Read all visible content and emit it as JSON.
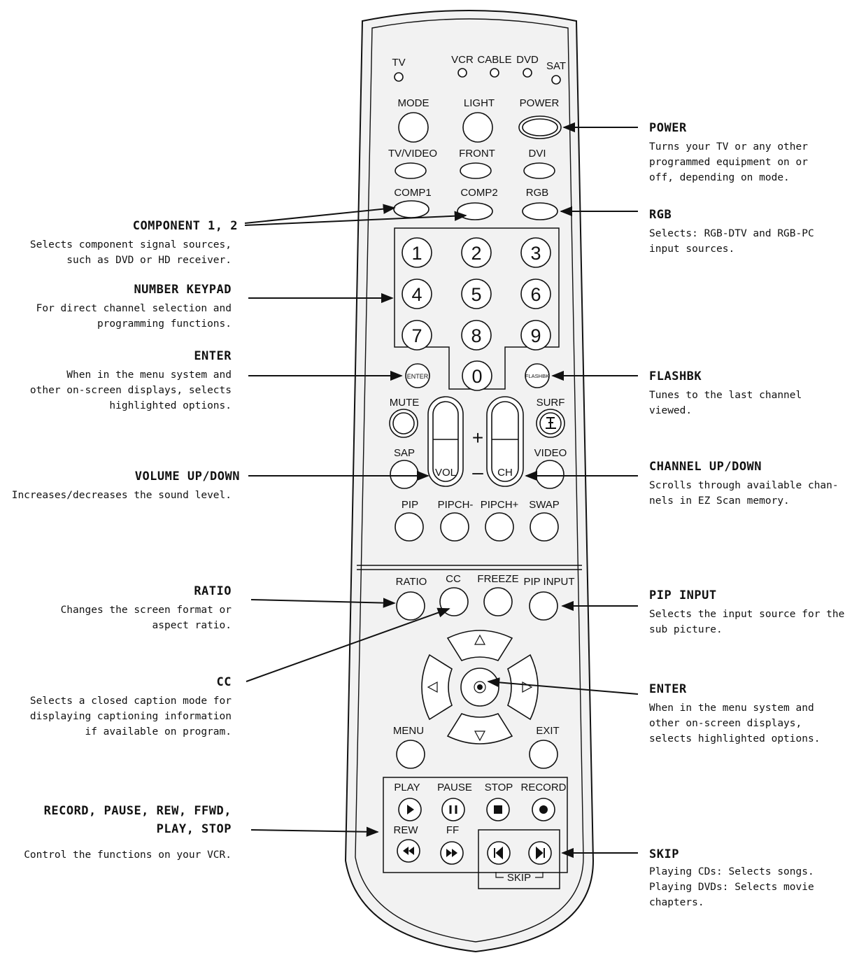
{
  "remote": {
    "mode_labels": [
      "TV",
      "VCR",
      "CABLE",
      "DVD",
      "SAT"
    ],
    "row1": [
      "MODE",
      "LIGHT",
      "POWER"
    ],
    "row2": [
      "TV/VIDEO",
      "FRONT",
      "DVI"
    ],
    "row3": [
      "COMP1",
      "COMP2",
      "RGB"
    ],
    "numbers": [
      "1",
      "2",
      "3",
      "4",
      "5",
      "6",
      "7",
      "8",
      "9",
      "0"
    ],
    "enter": "ENTER",
    "flashbk": "FLASHBK",
    "mute": "MUTE",
    "surf": "SURF",
    "sap": "SAP",
    "video": "VIDEO",
    "plus": "+",
    "minus": "–",
    "vol": "VOL",
    "ch": "CH",
    "pip_row": [
      "PIP",
      "PIPCH-",
      "PIPCH+",
      "SWAP"
    ],
    "lower_row": [
      "RATIO",
      "CC",
      "FREEZE",
      "PIP INPUT"
    ],
    "menu": "MENU",
    "exit": "EXIT",
    "transport": [
      "PLAY",
      "PAUSE",
      "STOP",
      "RECORD"
    ],
    "rew": "REW",
    "ff": "FF",
    "skip": "SKIP"
  },
  "callouts": {
    "power": {
      "title": "POWER",
      "lines": [
        "Turns your TV or any other",
        "programmed equipment on or",
        "off, depending on mode."
      ]
    },
    "rgb": {
      "title": "RGB",
      "lines": [
        "Selects: RGB-DTV and RGB-PC",
        "input sources."
      ]
    },
    "flashbk": {
      "title": "FLASHBK",
      "lines": [
        "Tunes to the last channel",
        "viewed."
      ]
    },
    "channel": {
      "title": "CHANNEL UP/DOWN",
      "lines": [
        "Scrolls through available chan-",
        "nels in EZ Scan memory."
      ]
    },
    "pip_input": {
      "title": "PIP INPUT",
      "lines": [
        "Selects the input source for the",
        "sub picture."
      ]
    },
    "enter_right": {
      "title": "ENTER",
      "lines": [
        "When in the menu system and",
        "other on-screen displays,",
        "selects highlighted options."
      ]
    },
    "skip": {
      "title": "SKIP",
      "lines": [
        "Playing CDs: Selects songs.",
        "Playing DVDs: Selects movie",
        "chapters."
      ]
    },
    "component": {
      "title": "COMPONENT 1, 2",
      "lines": [
        "Selects component signal sources,",
        "such as DVD or HD receiver."
      ]
    },
    "keypad": {
      "title": "NUMBER KEYPAD",
      "lines": [
        "For direct channel selection and",
        "programming functions."
      ]
    },
    "enter_left": {
      "title": "ENTER",
      "lines": [
        "When in the menu system and",
        "other on-screen displays, selects",
        "highlighted options."
      ]
    },
    "volume": {
      "title": "VOLUME UP/DOWN",
      "lines": [
        "Increases/decreases the sound level."
      ]
    },
    "ratio": {
      "title": "RATIO",
      "lines": [
        "Changes the screen format or",
        "aspect ratio."
      ]
    },
    "cc": {
      "title": "CC",
      "lines": [
        "Selects a closed caption mode for",
        "displaying captioning information",
        "if available on program."
      ]
    },
    "transport": {
      "title_lines": [
        "RECORD, PAUSE, REW, FFWD,",
        "PLAY, STOP"
      ],
      "lines": [
        "Control the functions on your VCR."
      ]
    }
  }
}
